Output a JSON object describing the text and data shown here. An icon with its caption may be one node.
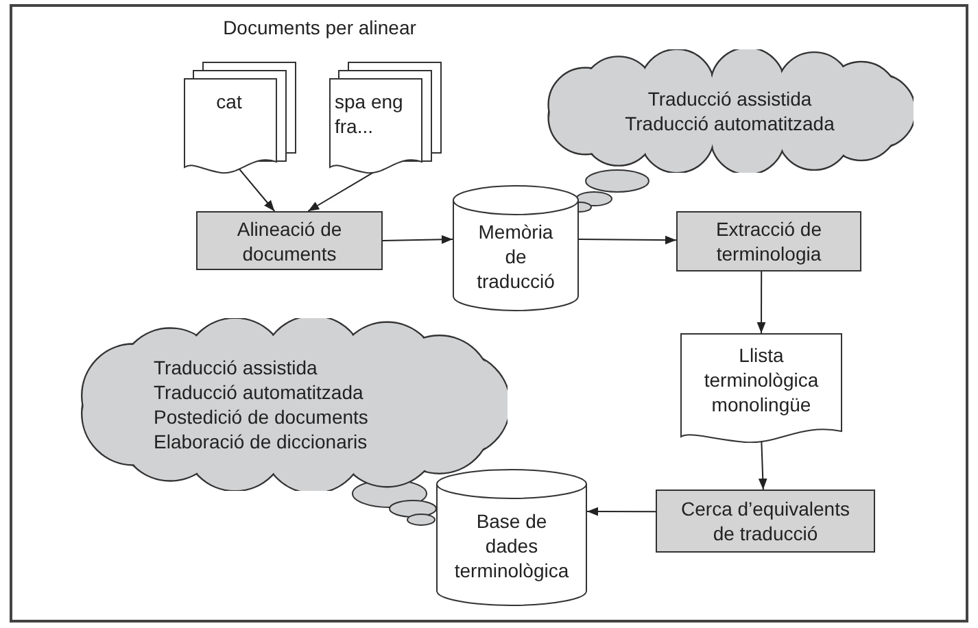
{
  "diagram": {
    "nodes": [
      {
        "text": [
          "cat"
        ]
      },
      {
        "text": [
          "spa eng fra..."
        ]
      },
      {
        "text": [
          "Alineació de documents"
        ]
      },
      {
        "text": [
          "Memòria de traducció"
        ]
      },
      {
        "text": [
          "Extracció de terminologia"
        ]
      },
      {
        "text": [
          "Traducció assistida",
          "Traducció automatitzada"
        ]
      },
      {
        "text": [
          "Llista terminològica monolingüe"
        ]
      },
      {
        "text": [
          "Cerca d’equivalents de traducció"
        ]
      },
      {
        "text": [
          "Base de dades terminològica"
        ]
      },
      {
        "text": [
          "Traducció assistida",
          "Traducció automatitzada",
          "Postedició de documents",
          "Elaboració de diccionaris"
        ]
      }
    ],
    "edges": [
      {
        "from": 0,
        "to": 2,
        "arrow": "to"
      },
      {
        "from": 1,
        "to": 2,
        "arrow": "to"
      },
      {
        "from": 2,
        "to": 3,
        "arrow": "to"
      },
      {
        "from": 3,
        "to": 4,
        "arrow": "to"
      },
      {
        "from": 4,
        "to": 6,
        "arrow": "to"
      },
      {
        "from": 6,
        "to": 7,
        "arrow": "to"
      },
      {
        "from": 7,
        "to": 8,
        "arrow": "to"
      }
    ],
    "labels": [
      "Documents per alinear"
    ]
  }
}
